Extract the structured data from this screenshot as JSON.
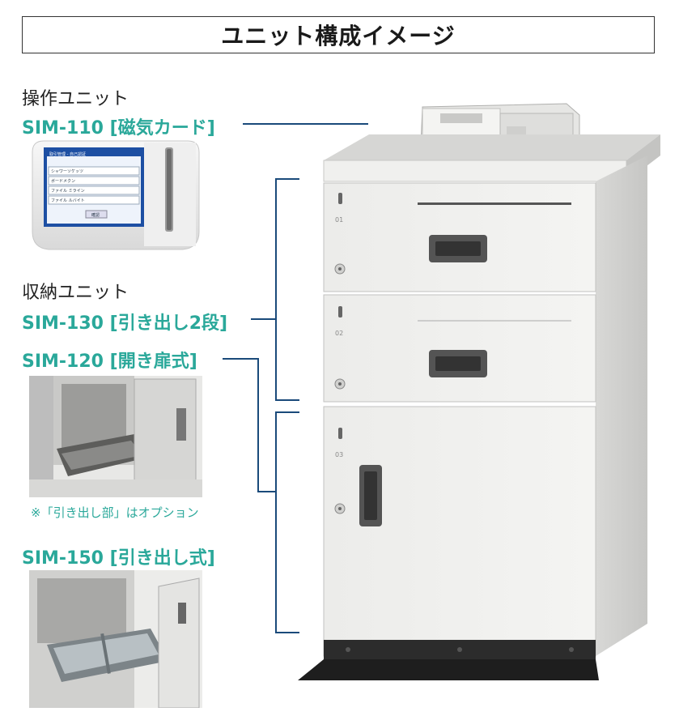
{
  "header": {
    "title": "ユニット構成イメージ"
  },
  "units": {
    "operation": {
      "category": "操作ユニット",
      "model": "SIM-110 [磁気カード]"
    },
    "storage_category": "収納ユニット",
    "drawer2": {
      "model": "SIM-130 [引き出し2段]"
    },
    "door": {
      "model": "SIM-120 [開き扉式]",
      "note": "※「引き出し部」はオプション"
    },
    "drawer": {
      "model": "SIM-150 [引き出し式]"
    }
  },
  "cabinet": {
    "drawer_labels": [
      "01",
      "02",
      "03"
    ]
  },
  "screen": {
    "heading": "取引管理 - 自己認証",
    "rows": [
      "シャワーソケッツ",
      "ボードメクン",
      "ファイル ミライン",
      "ファイル ルバイト"
    ],
    "footer_button": "確認"
  },
  "colors": {
    "accent_green": "#2aa89a",
    "bracket_navy": "#1a4a7a"
  }
}
